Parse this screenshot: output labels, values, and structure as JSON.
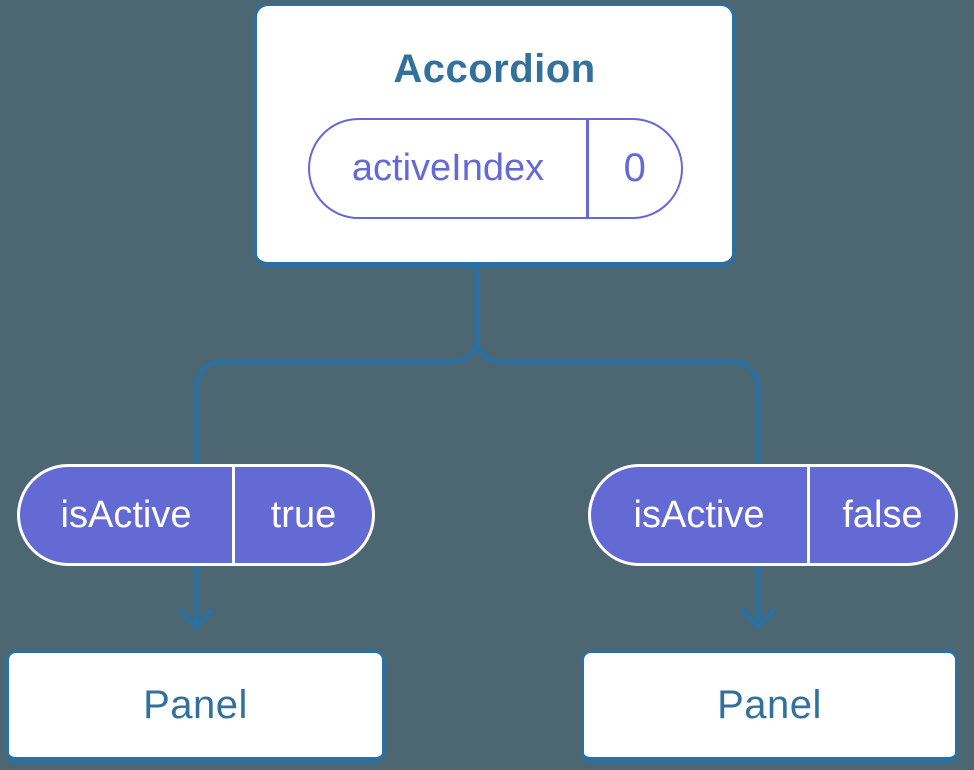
{
  "background_color": "#4c6672",
  "palette": {
    "connector_blue": "#2c6fa1",
    "label_blue": "#33719c",
    "pill_purple_fill": "#636ad4",
    "pill_purple_outline": "#6569d8",
    "card_background": "#ffffff",
    "pill_light_text": "#ffffff"
  },
  "diagram": {
    "root": {
      "title": "Accordion",
      "state_pill": {
        "name": "activeIndex",
        "value": "0"
      }
    },
    "children": [
      {
        "prop_pill": {
          "name": "isActive",
          "value": "true"
        },
        "node": {
          "title": "Panel"
        }
      },
      {
        "prop_pill": {
          "name": "isActive",
          "value": "false"
        },
        "node": {
          "title": "Panel"
        }
      }
    ]
  }
}
